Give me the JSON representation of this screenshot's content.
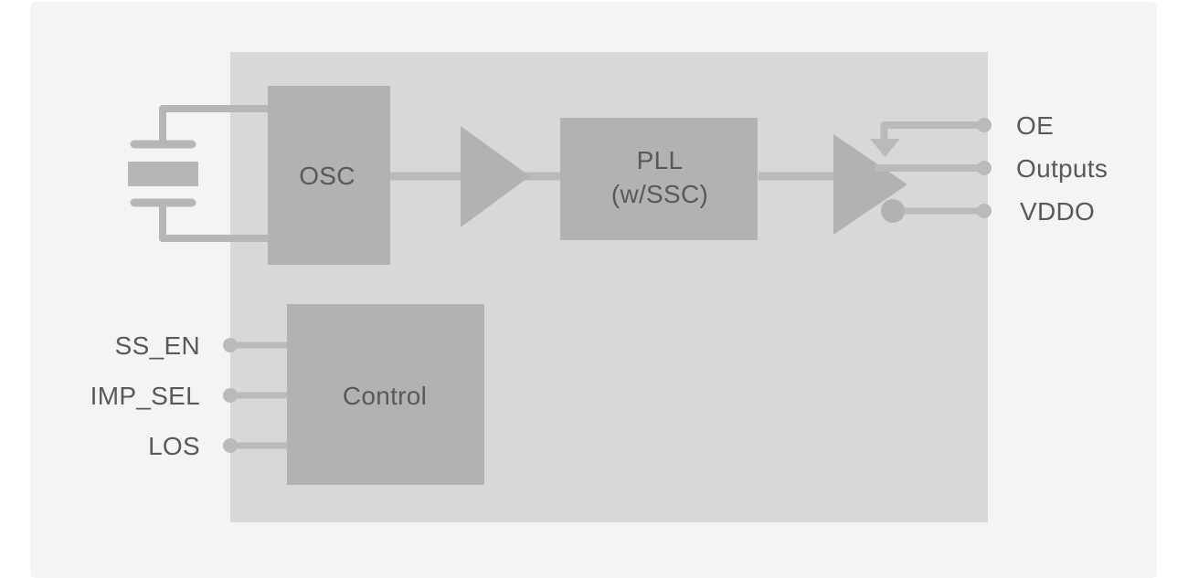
{
  "diagram": {
    "colors": {
      "background": "#ffffff",
      "panel": "#f4f4f5",
      "chip": "#d7d8d8",
      "block": "#b1b2b2",
      "wire": "#b9baba",
      "crystal": "#b5b6b6",
      "text": "#58595b"
    },
    "blocks": {
      "osc": {
        "label": "OSC"
      },
      "pll": {
        "label_line1": "PLL",
        "label_line2": "(w/SSC)"
      },
      "control": {
        "label": "Control"
      }
    },
    "left_pins": [
      {
        "label": "SS_EN"
      },
      {
        "label": "IMP_SEL"
      },
      {
        "label": "LOS"
      }
    ],
    "right_pins": [
      {
        "label": "OE"
      },
      {
        "label": "Outputs"
      },
      {
        "label": "VDDO"
      }
    ]
  }
}
